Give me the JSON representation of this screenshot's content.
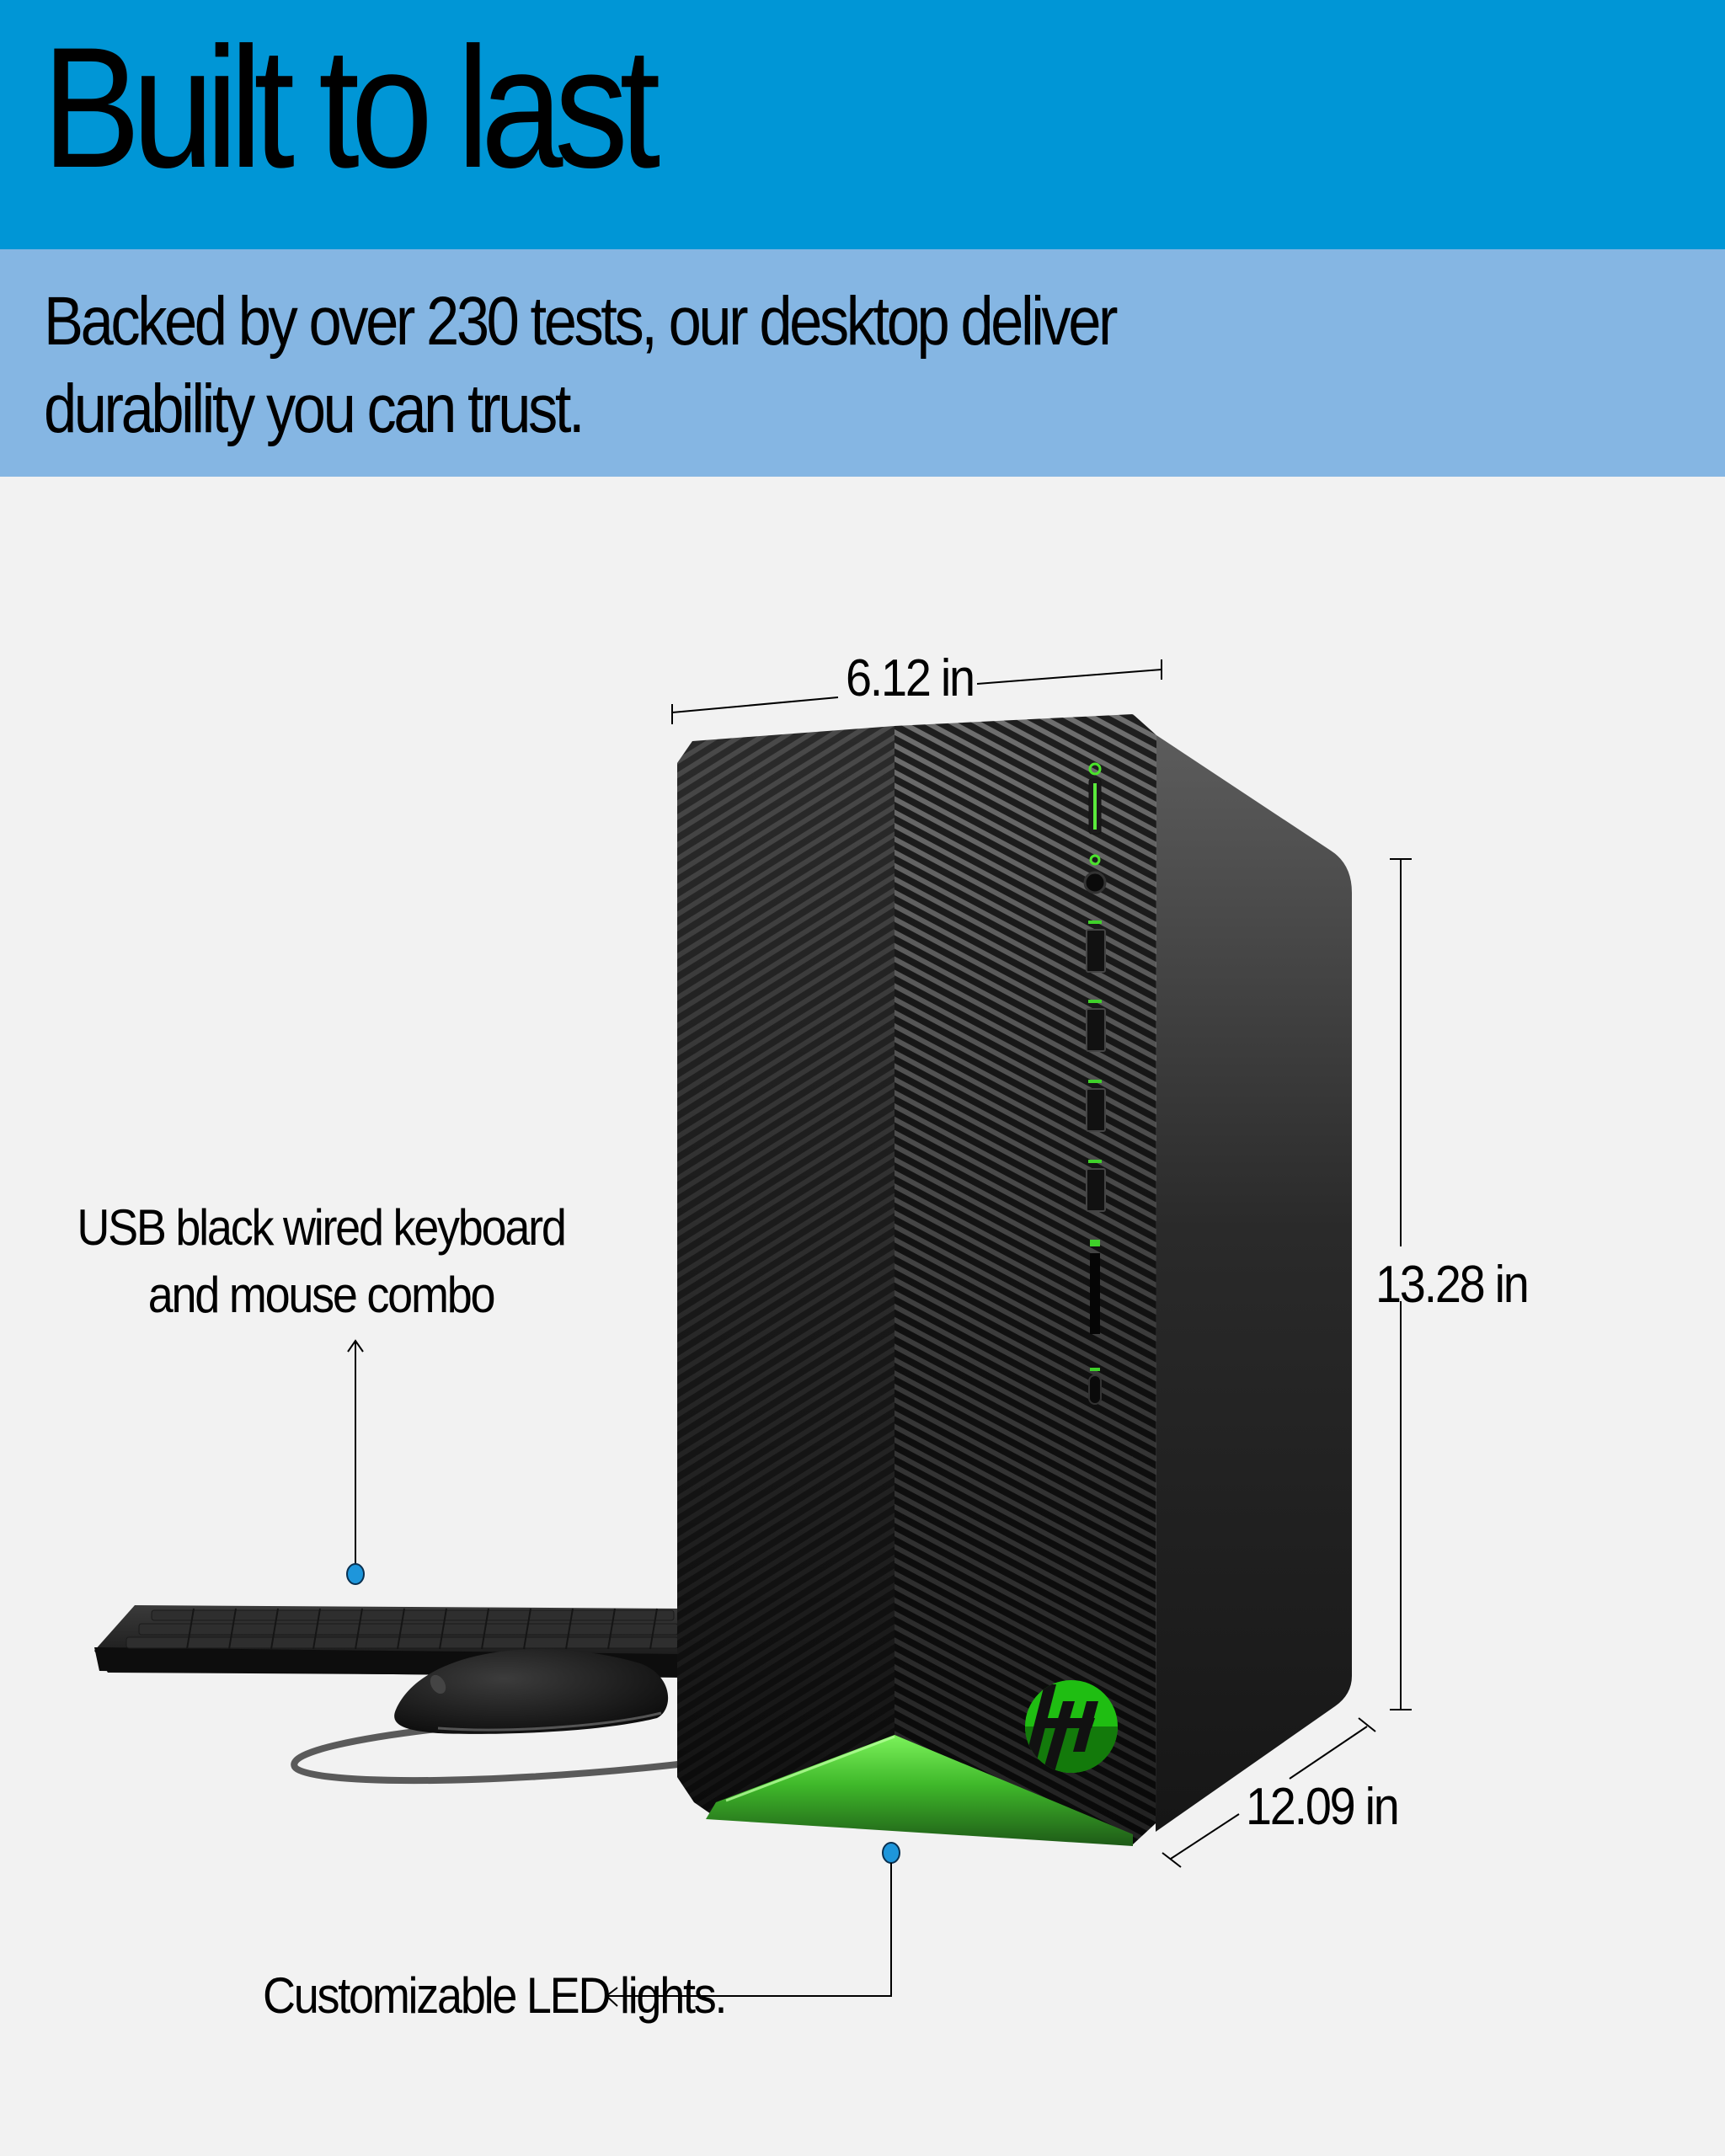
{
  "header": {
    "title": "Built to last",
    "subtitle_line1": "Backed by over 230 tests, our desktop deliver",
    "subtitle_line2": "durability you can trust."
  },
  "dimensions": {
    "width": "6.12 in",
    "height": "13.28 in",
    "depth": "12.09 in"
  },
  "callouts": {
    "keyboard_line1": "USB black wired keyboard",
    "keyboard_line2": "and mouse combo",
    "led": "Customizable LED lights."
  },
  "product": {
    "brand_logo": "hp",
    "front_ports": [
      "power-button",
      "headphone-jack",
      "usb-a",
      "usb-a",
      "usb-a",
      "usb-a",
      "sd-card-slot",
      "usb-c"
    ],
    "accessories": [
      "keyboard",
      "mouse"
    ]
  },
  "colors": {
    "hero_band": "#0096D6",
    "sub_band": "#85B6E3",
    "background": "#F2F2F2",
    "led_green": "#3FD12A",
    "callout_dot": "#1E96DB"
  }
}
